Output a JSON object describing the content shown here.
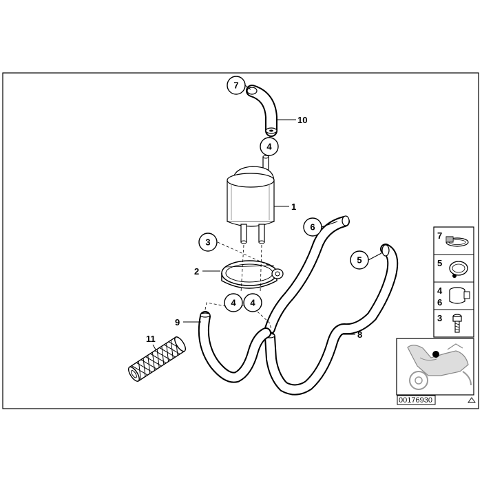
{
  "callouts": {
    "c7": "7",
    "c4_top": "4",
    "c3": "3",
    "c6": "6",
    "c5": "5",
    "c4_left": "4",
    "c4_right": "4"
  },
  "labels": {
    "l10": "10",
    "l1": "1",
    "l2": "2",
    "l9": "9",
    "l11": "11",
    "l8": "8"
  },
  "key_panel": {
    "rows": [
      {
        "numbers": [
          "7"
        ],
        "icon": "hose-clamp-icon"
      },
      {
        "numbers": [
          "5"
        ],
        "icon": "clip-clamp-icon"
      },
      {
        "numbers": [
          "4",
          "6"
        ],
        "icon": "spring-clamp-icon"
      },
      {
        "numbers": [
          "3"
        ],
        "icon": "screw-icon"
      }
    ]
  },
  "thumbnail": {
    "icon": "motorcycle-location-icon"
  },
  "reference_code": "00176930",
  "corner_mark": "triangle-icon"
}
